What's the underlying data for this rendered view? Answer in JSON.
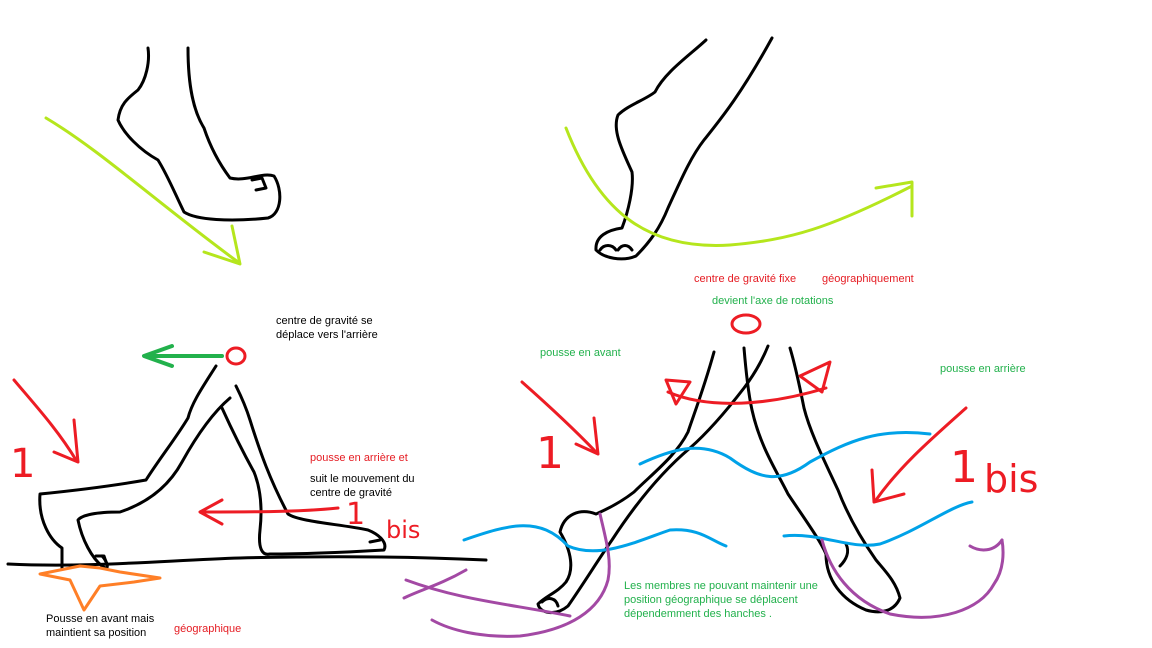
{
  "colors": {
    "ink": "#000000",
    "red": "#ed1c24",
    "green_text": "#22b14c",
    "lime": "#b5e61d",
    "blue": "#00a2e8",
    "purple": "#a349a4",
    "orange": "#ff7f27"
  },
  "labels": {
    "cg_moves_line1": "centre de gravité se",
    "cg_moves_line2": "déplace vers l'arrière",
    "push_back_and": "pousse en arrière et",
    "follows_line1": "suit le mouvement du",
    "follows_line2": "centre de gravité",
    "push_forward_keeps_line1": "Pousse en avant mais",
    "push_forward_keeps_line2": "maintient sa position",
    "geographic_left": "géographique",
    "cg_fixed": "centre de gravité fixe",
    "geographically": "géographiquement",
    "becomes_axis": "devient l'axe de rotations",
    "push_forward": "pousse en avant",
    "push_backward": "pousse en arrière",
    "limbs_line1": "Les membres ne pouvant maintenir une",
    "limbs_line2": "position géographique se déplacent",
    "limbs_line3": "dépendemment  des hanches ."
  },
  "handwritten": {
    "one_left": "1",
    "one_bis_left_num": "1",
    "one_bis_left_bis": "bis",
    "one_right": "1",
    "one_bis_right_num": "1",
    "one_bis_right_bis": "bis"
  }
}
